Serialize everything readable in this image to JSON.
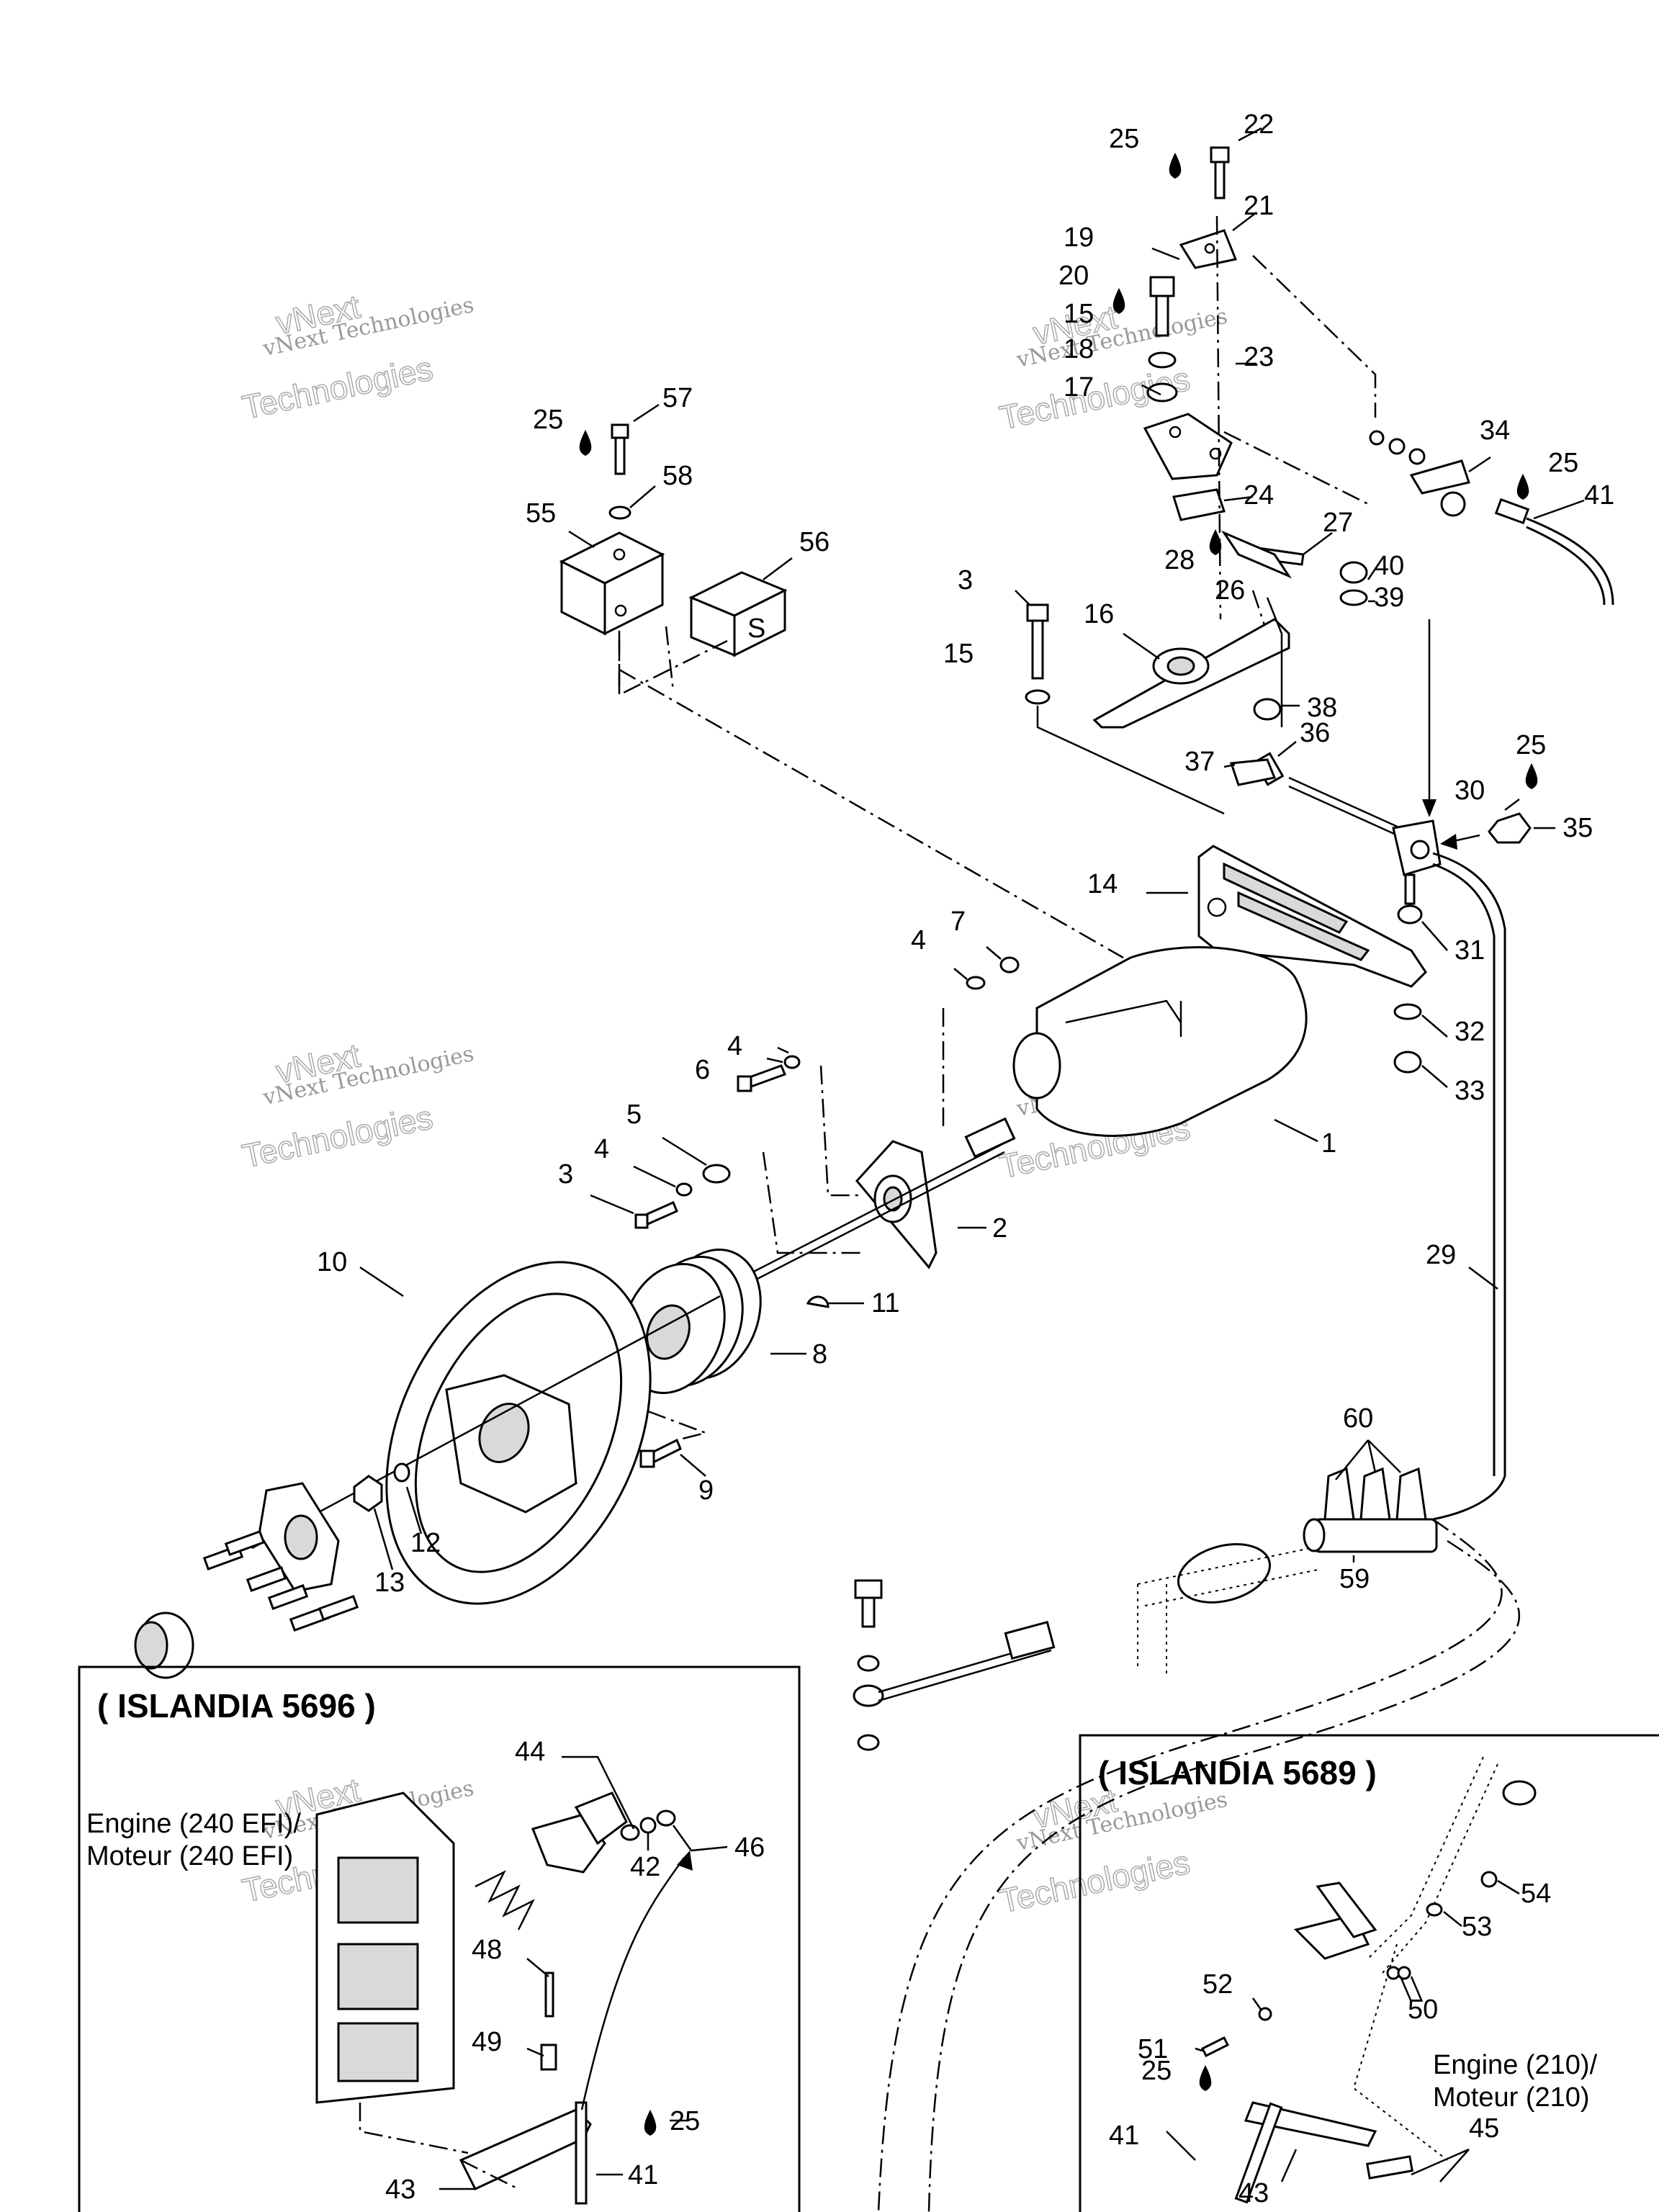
{
  "callouts": {
    "c25_top": "25",
    "c22": "22",
    "c21": "21",
    "c19": "19",
    "c20": "20",
    "c15_top": "15",
    "c18": "18",
    "c23": "23",
    "c17": "17",
    "c24": "24",
    "c27": "27",
    "c28": "28",
    "c26": "26",
    "c40": "40",
    "c39": "39",
    "c34": "34",
    "c25_34": "25",
    "c41_top": "41",
    "c57": "57",
    "c25_57": "25",
    "c58": "58",
    "c55": "55",
    "c56": "56",
    "c3_top": "3",
    "c15_mid": "15",
    "c16": "16",
    "c38": "38",
    "c37": "37",
    "c36": "36",
    "c25_35": "25",
    "c30": "30",
    "c35": "35",
    "c14": "14",
    "c31": "31",
    "c32": "32",
    "c33": "33",
    "c7": "7",
    "c4_a": "4",
    "c4_b": "4",
    "c6": "6",
    "c5": "5",
    "c4_c": "4",
    "c3_mid": "3",
    "c1": "1",
    "c2": "2",
    "c29": "29",
    "c10": "10",
    "c11": "11",
    "c8": "8",
    "c9": "9",
    "c12": "12",
    "c13": "13",
    "c60": "60",
    "c59": "59",
    "c44": "44",
    "c42": "42",
    "c46": "46",
    "c48": "48",
    "c49": "49",
    "c25_left": "25",
    "c41_left": "41",
    "c43_left": "43",
    "c54": "54",
    "c53": "53",
    "c52": "52",
    "c51": "51",
    "c50": "50",
    "c25_right": "25",
    "c41_right": "41",
    "c43_right": "43",
    "c45": "45"
  },
  "boxes": {
    "left_title": "( ISLANDIA 5696 )",
    "left_engine_line1": "Engine (240 EFI)/",
    "left_engine_line2": "Moteur (240 EFI)",
    "right_title": "( ISLANDIA 5689 )",
    "right_engine_line1": "Engine (210)/",
    "right_engine_line2": "Moteur (210)"
  },
  "watermark": {
    "line1": "vNext Technologies",
    "line2": "vNext",
    "line3": "Technologies"
  },
  "icons": {
    "sealant_drop": "sealant-drop-icon",
    "plain_part": "s-block-label"
  },
  "part_marks": {
    "s_block_letter": "S"
  }
}
